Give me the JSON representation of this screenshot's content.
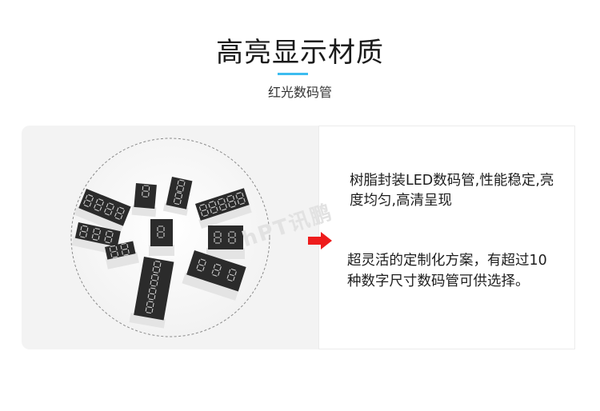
{
  "header": {
    "title": "高亮显示材质",
    "subtitle": "红光数码管",
    "accent_color": "#3cbcf0"
  },
  "feature_card": {
    "image_alt": "Assorted LED 7-segment digital tube displays",
    "watermark": "hPT讯鹏",
    "arrow_color": "#ee1c1c",
    "descriptions": [
      "树脂封装LED数码管,性能稳定,亮度均匀,高清呈现",
      "超灵活的定制化方案，有超过10种数字尺寸数码管可供选择。"
    ]
  }
}
